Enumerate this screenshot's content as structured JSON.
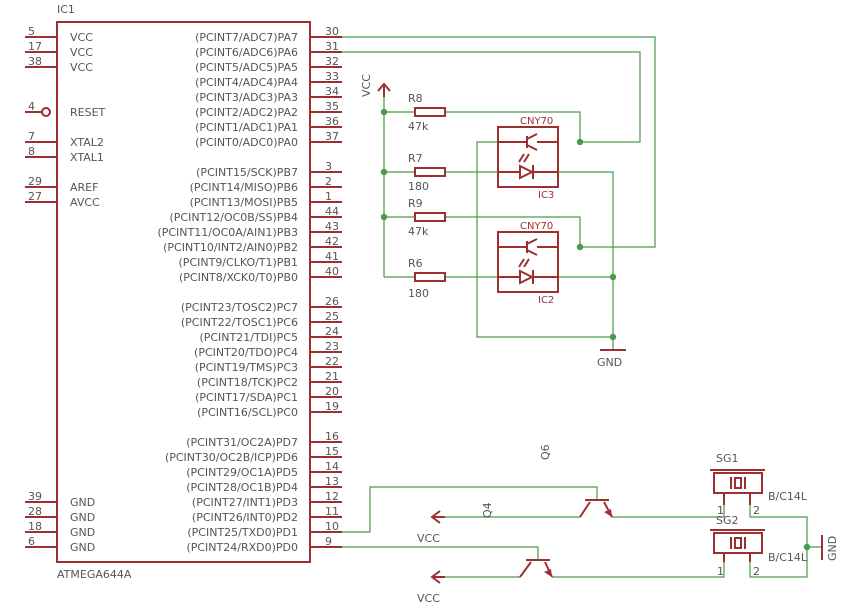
{
  "ic1": {
    "ref": "IC1",
    "part": "ATMEGA644A",
    "left_pins": [
      {
        "num": "5",
        "name": "VCC"
      },
      {
        "num": "17",
        "name": "VCC"
      },
      {
        "num": "38",
        "name": "VCC"
      },
      {
        "num": "4",
        "name": "RESET"
      },
      {
        "num": "7",
        "name": "XTAL2"
      },
      {
        "num": "8",
        "name": "XTAL1"
      },
      {
        "num": "29",
        "name": "AREF"
      },
      {
        "num": "27",
        "name": "AVCC"
      },
      {
        "num": "39",
        "name": "GND"
      },
      {
        "num": "28",
        "name": "GND"
      },
      {
        "num": "18",
        "name": "GND"
      },
      {
        "num": "6",
        "name": "GND"
      }
    ],
    "right_pins": [
      {
        "num": "30",
        "name": "(PCINT7/ADC7)PA7"
      },
      {
        "num": "31",
        "name": "(PCINT6/ADC6)PA6"
      },
      {
        "num": "32",
        "name": "(PCINT5/ADC5)PA5"
      },
      {
        "num": "33",
        "name": "(PCINT4/ADC4)PA4"
      },
      {
        "num": "34",
        "name": "(PCINT3/ADC3)PA3"
      },
      {
        "num": "35",
        "name": "(PCINT2/ADC2)PA2"
      },
      {
        "num": "36",
        "name": "(PCINT1/ADC1)PA1"
      },
      {
        "num": "37",
        "name": "(PCINT0/ADC0)PA0"
      },
      {
        "num": "3",
        "name": "(PCINT15/SCK)PB7"
      },
      {
        "num": "2",
        "name": "(PCINT14/MISO)PB6"
      },
      {
        "num": "1",
        "name": "(PCINT13/MOSI)PB5"
      },
      {
        "num": "44",
        "name": "(PCINT12/OC0B/SS)PB4"
      },
      {
        "num": "43",
        "name": "(PCINT11/OC0A/AIN1)PB3"
      },
      {
        "num": "42",
        "name": "(PCINT10/INT2/AIN0)PB2"
      },
      {
        "num": "41",
        "name": "(PCINT9/CLKO/T1)PB1"
      },
      {
        "num": "40",
        "name": "(PCINT8/XCK0/T0)PB0"
      },
      {
        "num": "26",
        "name": "(PCINT23/TOSC2)PC7"
      },
      {
        "num": "25",
        "name": "(PCINT22/TOSC1)PC6"
      },
      {
        "num": "24",
        "name": "(PCINT21/TDI)PC5"
      },
      {
        "num": "23",
        "name": "(PCINT20/TDO)PC4"
      },
      {
        "num": "22",
        "name": "(PCINT19/TMS)PC3"
      },
      {
        "num": "21",
        "name": "(PCINT18/TCK)PC2"
      },
      {
        "num": "20",
        "name": "(PCINT17/SDA)PC1"
      },
      {
        "num": "19",
        "name": "(PCINT16/SCL)PC0"
      },
      {
        "num": "16",
        "name": "(PCINT31/OC2A)PD7"
      },
      {
        "num": "15",
        "name": "(PCINT30/OC2B/ICP)PD6"
      },
      {
        "num": "14",
        "name": "(PCINT29/OC1A)PD5"
      },
      {
        "num": "13",
        "name": "(PCINT28/OC1B)PD4"
      },
      {
        "num": "12",
        "name": "(PCINT27/INT1)PD3"
      },
      {
        "num": "11",
        "name": "(PCINT26/INT0)PD2"
      },
      {
        "num": "10",
        "name": "(PCINT25/TXD0)PD1"
      },
      {
        "num": "9",
        "name": "(PCINT24/RXD0)PD0"
      }
    ]
  },
  "resistors": {
    "r8": {
      "ref": "R8",
      "value": "47k"
    },
    "r7": {
      "ref": "R7",
      "value": "180"
    },
    "r9": {
      "ref": "R9",
      "value": "47k"
    },
    "r6": {
      "ref": "R6",
      "value": "180"
    }
  },
  "optos": {
    "ic3": {
      "part": "CNY70",
      "ref": "IC3"
    },
    "ic2": {
      "part": "CNY70",
      "ref": "IC2"
    }
  },
  "transistors": {
    "q6": "Q6",
    "q4": "Q4"
  },
  "buzzers": {
    "sg1": {
      "ref": "SG1",
      "part": "B/C14L",
      "pin1": "1",
      "pin2": "2"
    },
    "sg2": {
      "ref": "SG2",
      "part": "B/C14L",
      "pin1": "1",
      "pin2": "2"
    }
  },
  "supplies": {
    "vcc_top": "VCC",
    "gnd_mid": "GND",
    "vcc_q4": "VCC",
    "vcc_q6": "VCC",
    "gnd_right": "GND"
  }
}
